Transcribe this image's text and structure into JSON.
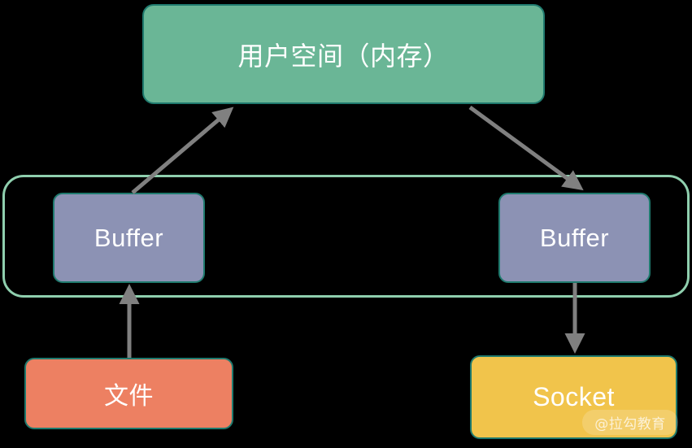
{
  "diagram": {
    "title": "zero-copy data flow diagram",
    "background_color": "#000000",
    "nodes": {
      "user_space": {
        "label": "用户空间（内存）",
        "fill": "#6ab696",
        "border": "#1f7a6e",
        "text_color": "#ffffff"
      },
      "kernel_container": {
        "label": "",
        "fill": "transparent",
        "border": "#8fcfae"
      },
      "buffer_left": {
        "label": "Buffer",
        "fill": "#8c92b4",
        "border": "#1f7a6e",
        "text_color": "#ffffff"
      },
      "buffer_right": {
        "label": "Buffer",
        "fill": "#8c92b4",
        "border": "#1f7a6e",
        "text_color": "#ffffff"
      },
      "file": {
        "label": "文件",
        "fill": "#ed8062",
        "border": "#1f7a6e",
        "text_color": "#ffffff"
      },
      "socket": {
        "label": "Socket",
        "fill": "#f1c44b",
        "border": "#1f7a6e",
        "text_color": "#ffffff"
      }
    },
    "arrows": [
      {
        "name": "file-to-buffer-left",
        "from": "文件",
        "to": "Buffer (left)",
        "direction": "up",
        "color": "#808080"
      },
      {
        "name": "buffer-left-to-user-space",
        "from": "Buffer (left)",
        "to": "用户空间（内存）",
        "direction": "up-right",
        "color": "#808080"
      },
      {
        "name": "user-space-to-buffer-right",
        "from": "用户空间（内存）",
        "to": "Buffer (right)",
        "direction": "down-right",
        "color": "#808080"
      },
      {
        "name": "buffer-right-to-socket",
        "from": "Buffer (right)",
        "to": "Socket",
        "direction": "down",
        "color": "#808080"
      }
    ],
    "watermark": {
      "text": "@拉勾教育"
    }
  }
}
